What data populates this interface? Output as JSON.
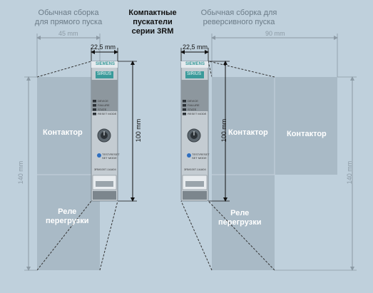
{
  "headers": {
    "left_line1": "Обычная сборка",
    "left_line2": "для прямого пуска",
    "center_line1": "Компактные",
    "center_line2": "пускатели",
    "center_line3": "серии 3RM",
    "right_line1": "Обычная сборка для",
    "right_line2": "реверсивного пуска"
  },
  "dimensions": {
    "left_width": "45 mm",
    "right_width": "90 mm",
    "device_width_left": "22,5 mm",
    "device_width_right": "22,5 mm",
    "device_height_left": "100 mm",
    "device_height_right": "100 mm",
    "assembly_height_left": "140 mm",
    "assembly_height_right": "140 mm"
  },
  "labels": {
    "contactor_left": "Контактор",
    "contactor_mid": "Контактор",
    "contactor_right": "Контактор",
    "relay_left_line1": "Реле",
    "relay_left_line2": "перегрузки",
    "relay_right_line1": "Реле",
    "relay_right_line2": "перегрузки"
  },
  "device": {
    "brand": "SIEMENS",
    "series": "SIRIUS",
    "led_labels": [
      "DEVICE",
      "FAILURE",
      "STATE",
      "RESET MODE"
    ],
    "button_label_1": "TEST/RESET",
    "button_label_2": "SET MODE",
    "order_number": "3RM1007-1AA04"
  },
  "colors": {
    "background": "#bfd0dc",
    "box_fill": "#a9bac6",
    "device_body": "#c4ccd2",
    "brand_teal": "#3a9a9a"
  }
}
